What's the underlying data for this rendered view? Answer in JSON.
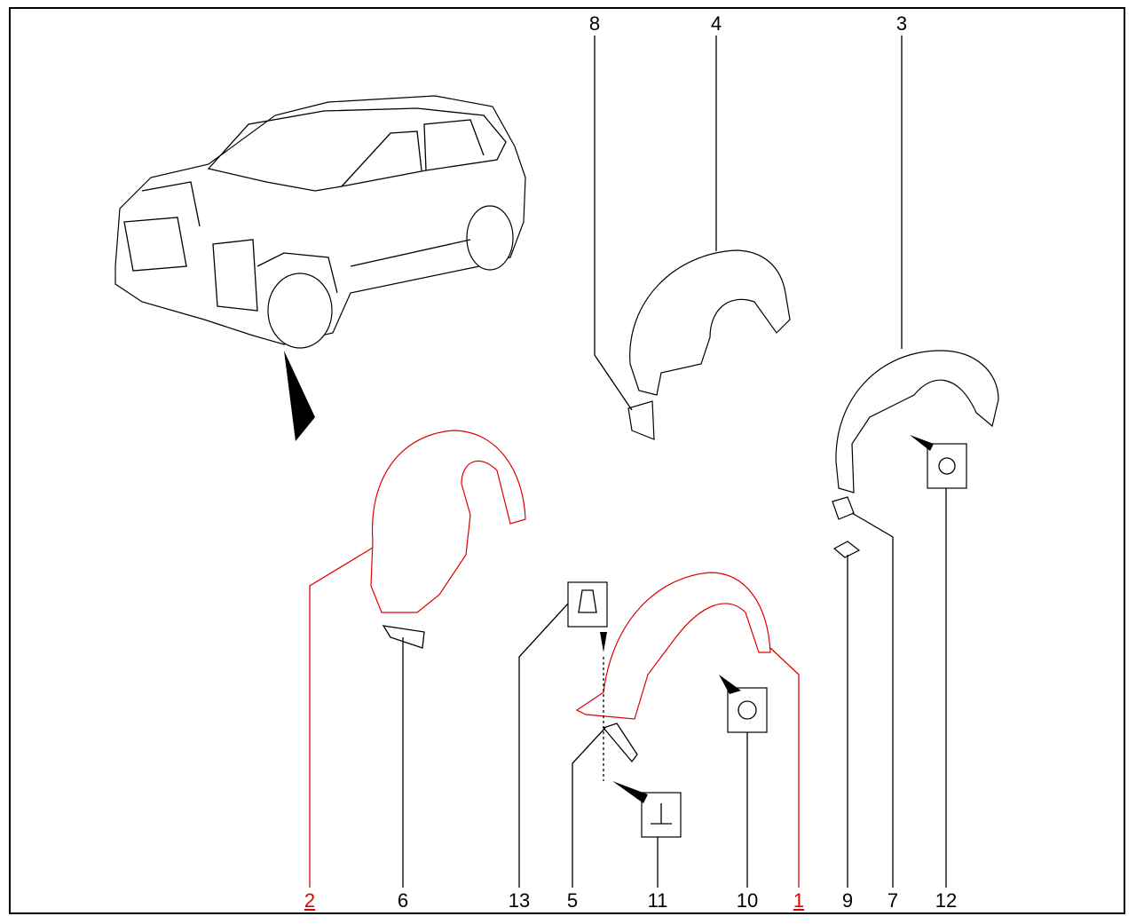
{
  "diagram": {
    "colors": {
      "highlight": "#e00000",
      "normal": "#000000"
    },
    "callouts": [
      {
        "id": "8",
        "label": "8",
        "highlighted": false
      },
      {
        "id": "4",
        "label": "4",
        "highlighted": false
      },
      {
        "id": "3",
        "label": "3",
        "highlighted": false
      },
      {
        "id": "2",
        "label": "2",
        "highlighted": true
      },
      {
        "id": "6",
        "label": "6",
        "highlighted": false
      },
      {
        "id": "13",
        "label": "13",
        "highlighted": false
      },
      {
        "id": "5",
        "label": "5",
        "highlighted": false
      },
      {
        "id": "11",
        "label": "11",
        "highlighted": false
      },
      {
        "id": "10",
        "label": "10",
        "highlighted": false
      },
      {
        "id": "1",
        "label": "1",
        "highlighted": true
      },
      {
        "id": "9",
        "label": "9",
        "highlighted": false
      },
      {
        "id": "7",
        "label": "7",
        "highlighted": false
      },
      {
        "id": "12",
        "label": "12",
        "highlighted": false
      }
    ]
  }
}
